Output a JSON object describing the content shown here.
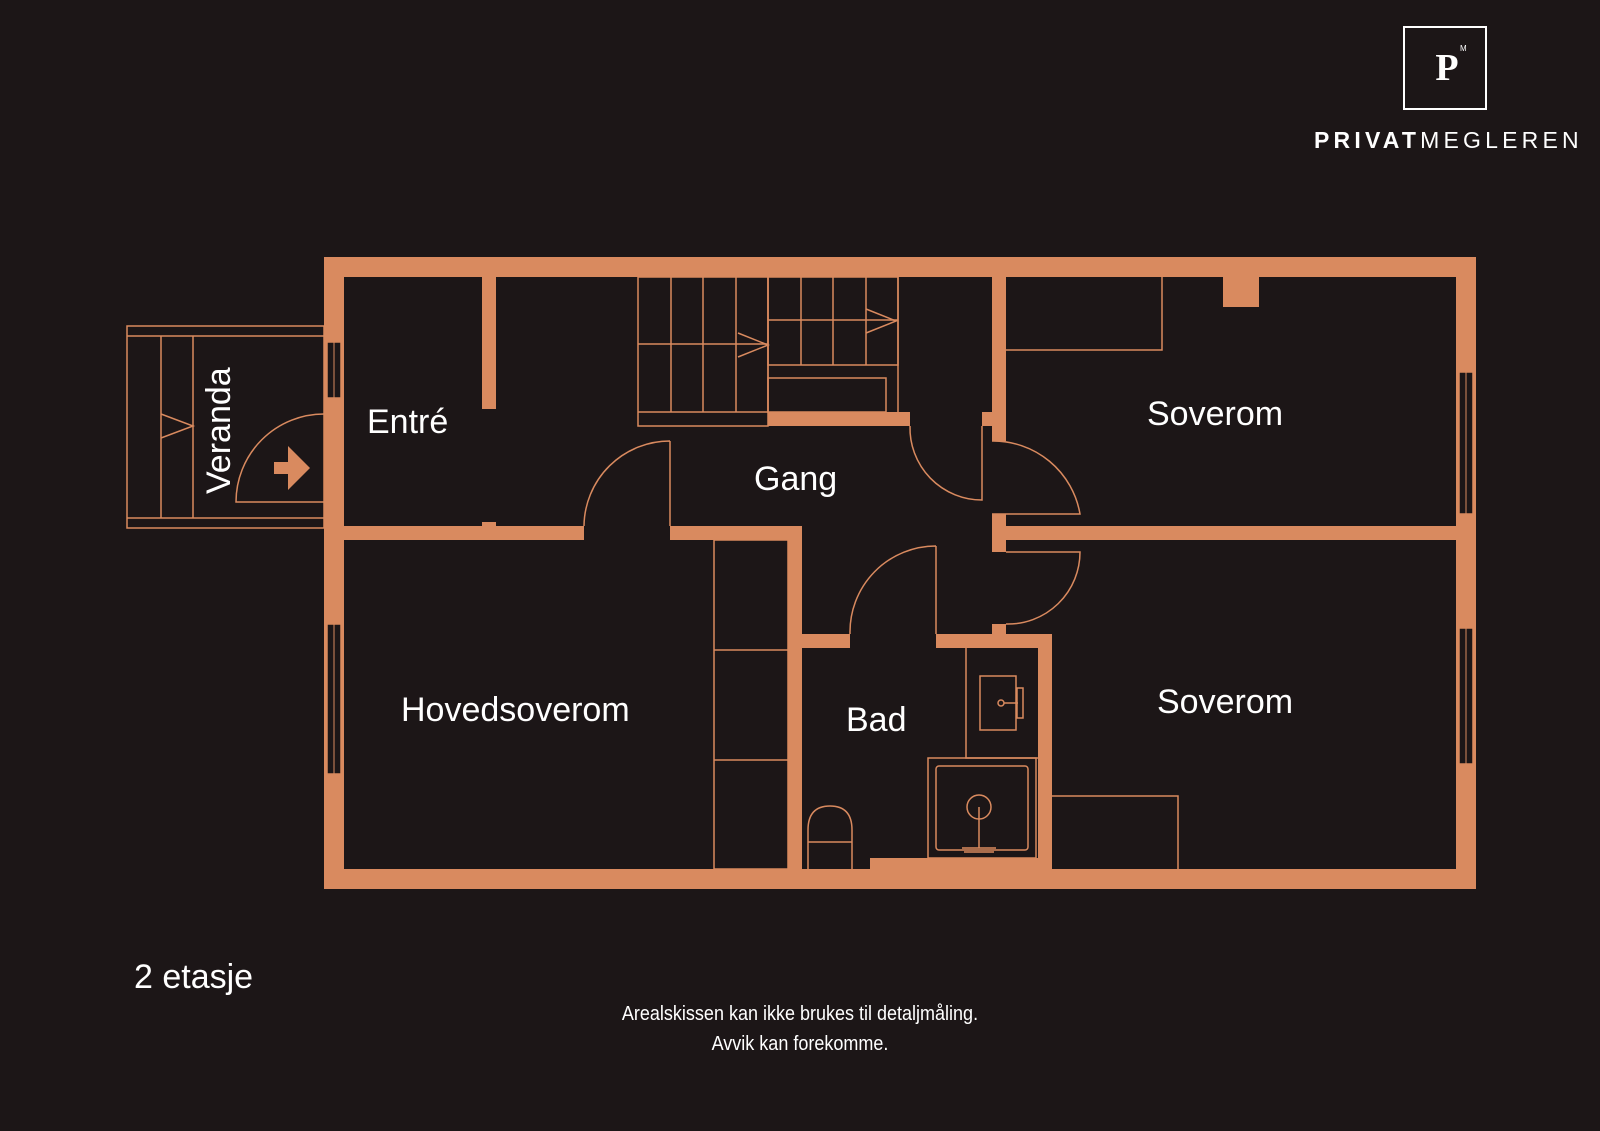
{
  "brand": {
    "logo_letter": "P",
    "logo_mark": "M",
    "name_bold": "PRIVAT",
    "name_light": "MEGLEREN"
  },
  "colors": {
    "background": "#1c1617",
    "wall": "#d98a5f",
    "text": "#ffffff"
  },
  "rooms": {
    "veranda": "Veranda",
    "entre": "Entré",
    "gang": "Gang",
    "soverom_top": "Soverom",
    "hovedsoverom": "Hovedsoverom",
    "bad": "Bad",
    "soverom_bottom": "Soverom"
  },
  "floor_label": "2 etasje",
  "disclaimer": {
    "line1": "Arealskissen kan ikke brukes til detaljmåling.",
    "line2": "Avvik kan forekomme."
  }
}
